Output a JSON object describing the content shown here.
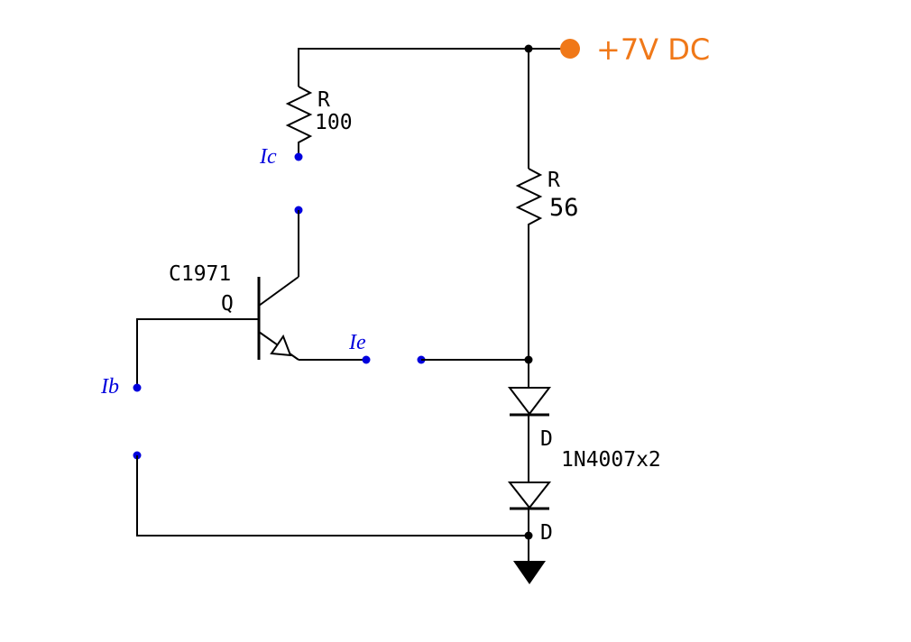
{
  "supply": {
    "label": "+7V DC",
    "color": "#f07818"
  },
  "resistors": [
    {
      "ref": "R",
      "value": "100"
    },
    {
      "ref": "R",
      "value": "56"
    }
  ],
  "transistor": {
    "ref": "Q",
    "part": "C1971"
  },
  "diodes": [
    {
      "ref": "D"
    },
    {
      "ref": "D"
    }
  ],
  "diode_part": "1N4007x2",
  "probes": {
    "ic": "Ic",
    "ib": "Ib",
    "ie": "Ie",
    "color": "#0000dd"
  },
  "colors": {
    "wire": "#000000",
    "node": "#000000"
  },
  "icons": [
    "ground-icon",
    "resistor-icon",
    "diode-icon",
    "npn-transistor-icon",
    "supply-terminal-icon"
  ]
}
